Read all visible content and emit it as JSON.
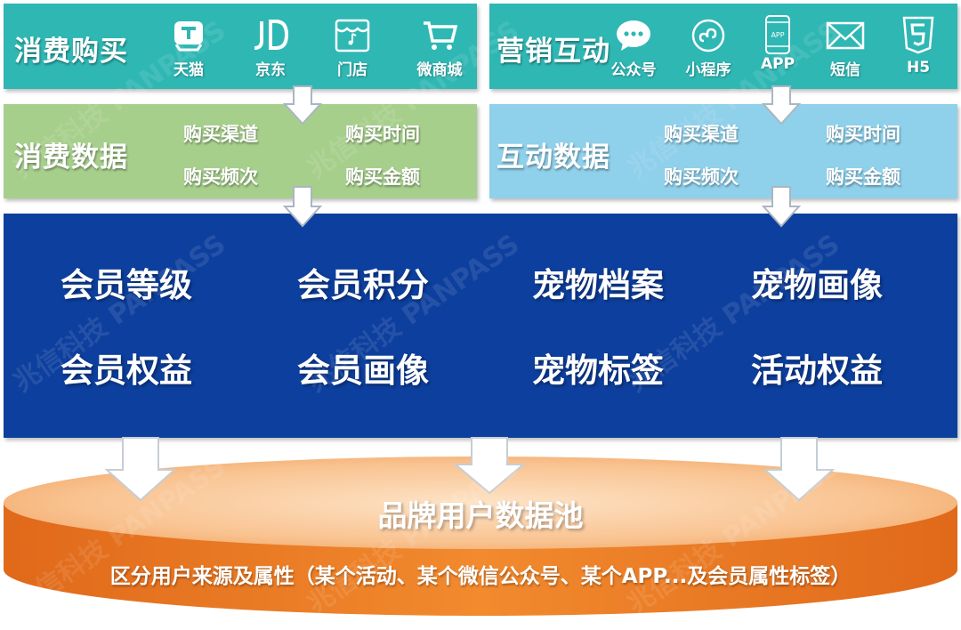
{
  "colors": {
    "teal": "#2fb7b4",
    "green": "#a7cf8c",
    "light_blue": "#8fd0ea",
    "navy": "#0d3f9e",
    "orange": "#ef7d22"
  },
  "consumption": {
    "title": "消费购买",
    "channels": [
      {
        "icon": "tmall-icon",
        "label": "天猫"
      },
      {
        "icon": "jd-icon",
        "label": "京东"
      },
      {
        "icon": "store-icon",
        "label": "门店"
      },
      {
        "icon": "cart-icon",
        "label": "微商城"
      }
    ]
  },
  "marketing": {
    "title": "营销互动",
    "channels": [
      {
        "icon": "wechat-icon",
        "label": "公众号"
      },
      {
        "icon": "mini-program-icon",
        "label": "小程序"
      },
      {
        "icon": "app-phone-icon",
        "label": "APP"
      },
      {
        "icon": "envelope-icon",
        "label": "短信"
      },
      {
        "icon": "html5-icon",
        "label": "H5"
      }
    ]
  },
  "consumption_data": {
    "title": "消费数据",
    "items": [
      "购买渠道",
      "购买时间",
      "购买频次",
      "购买金额"
    ]
  },
  "interaction_data": {
    "title": "互动数据",
    "items": [
      "购买渠道",
      "购买时间",
      "购买频次",
      "购买金额"
    ]
  },
  "core": {
    "items": [
      "会员等级",
      "会员积分",
      "宠物档案",
      "宠物画像",
      "会员权益",
      "会员画像",
      "宠物标签",
      "活动权益"
    ]
  },
  "pool": {
    "title": "品牌用户数据池",
    "subtitle": "区分用户来源及属性（某个活动、某个微信公众号、某个APP...及会员属性标签）"
  },
  "watermark": "兆信科技 PANPASS"
}
